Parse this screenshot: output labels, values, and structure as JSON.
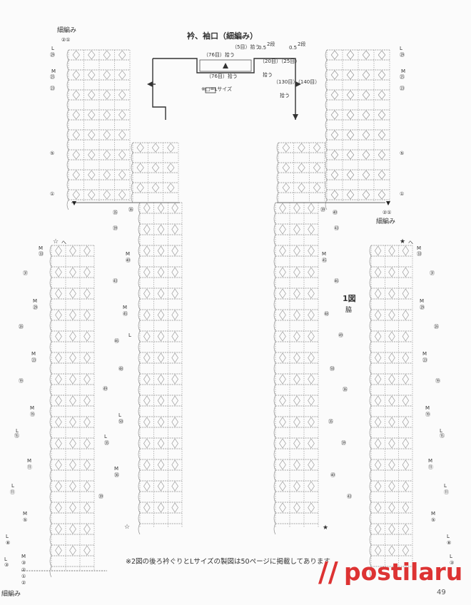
{
  "labels": {
    "fine_crochet_top_left": "細編み",
    "fine_crochet_bottom_left": "細編み",
    "fine_crochet_right": "細編み",
    "collar_title": "衿、袖口（細編み）",
    "pick_5": "（5目）拾う",
    "pick_76_top": "（76目）拾う",
    "pick_76_bottom": "（76目）拾う",
    "pick_20_25": "（20目）（25目）",
    "pick_word_a": "拾う",
    "pick_130_140": "（130目）（140目）",
    "pick_word_b": "拾う",
    "rows_left": "0.5",
    "rows_right": "0.5",
    "rows_unit": "2段",
    "size_note": "※□=Lサイズ",
    "figure_no": "1図",
    "figure_part": "脇",
    "footnote": "※2図の後ろ衿ぐりとLサイズの製図は50ページに掲載してあります",
    "page_number": "49",
    "watermark": "postila",
    "watermark_ru": ".ru",
    "mark_M": "M",
    "mark_L": "L"
  },
  "row_markers": {
    "top_left": [
      "㉙",
      "㉕",
      "㉓",
      "⑤",
      "①"
    ],
    "top_right": [
      "㉙",
      "㉕",
      "㉓",
      "⑤",
      "①"
    ],
    "center_left": [
      "㉟",
      "㊱",
      "㊴",
      "㊵",
      "㊸",
      "㊺",
      "㊻",
      "㊽",
      "㊾",
      "㊿"
    ],
    "center_right": [
      "㊴",
      "㊵",
      "㊸",
      "㊺",
      "㊻",
      "㊽",
      "㊾",
      "㊿",
      "㊱",
      "㉟"
    ],
    "outer_left": [
      "㉝",
      "㉛",
      "㉙",
      "㉖",
      "㉓",
      "⑲",
      "⑮",
      "⑪",
      "⑧",
      "⑤",
      "③",
      "②",
      "①"
    ],
    "outer_right": [
      "㉝",
      "㉛",
      "㉙",
      "㉖",
      "㉓",
      "⑲",
      "⑮",
      "⑪",
      "⑧",
      "⑤",
      "③",
      "②",
      "①"
    ],
    "corner": "②①"
  },
  "symbols": {
    "white_star": "☆",
    "black_star": "★",
    "caret": "へ",
    "arrow_left": "←",
    "arrow_right": "→"
  }
}
